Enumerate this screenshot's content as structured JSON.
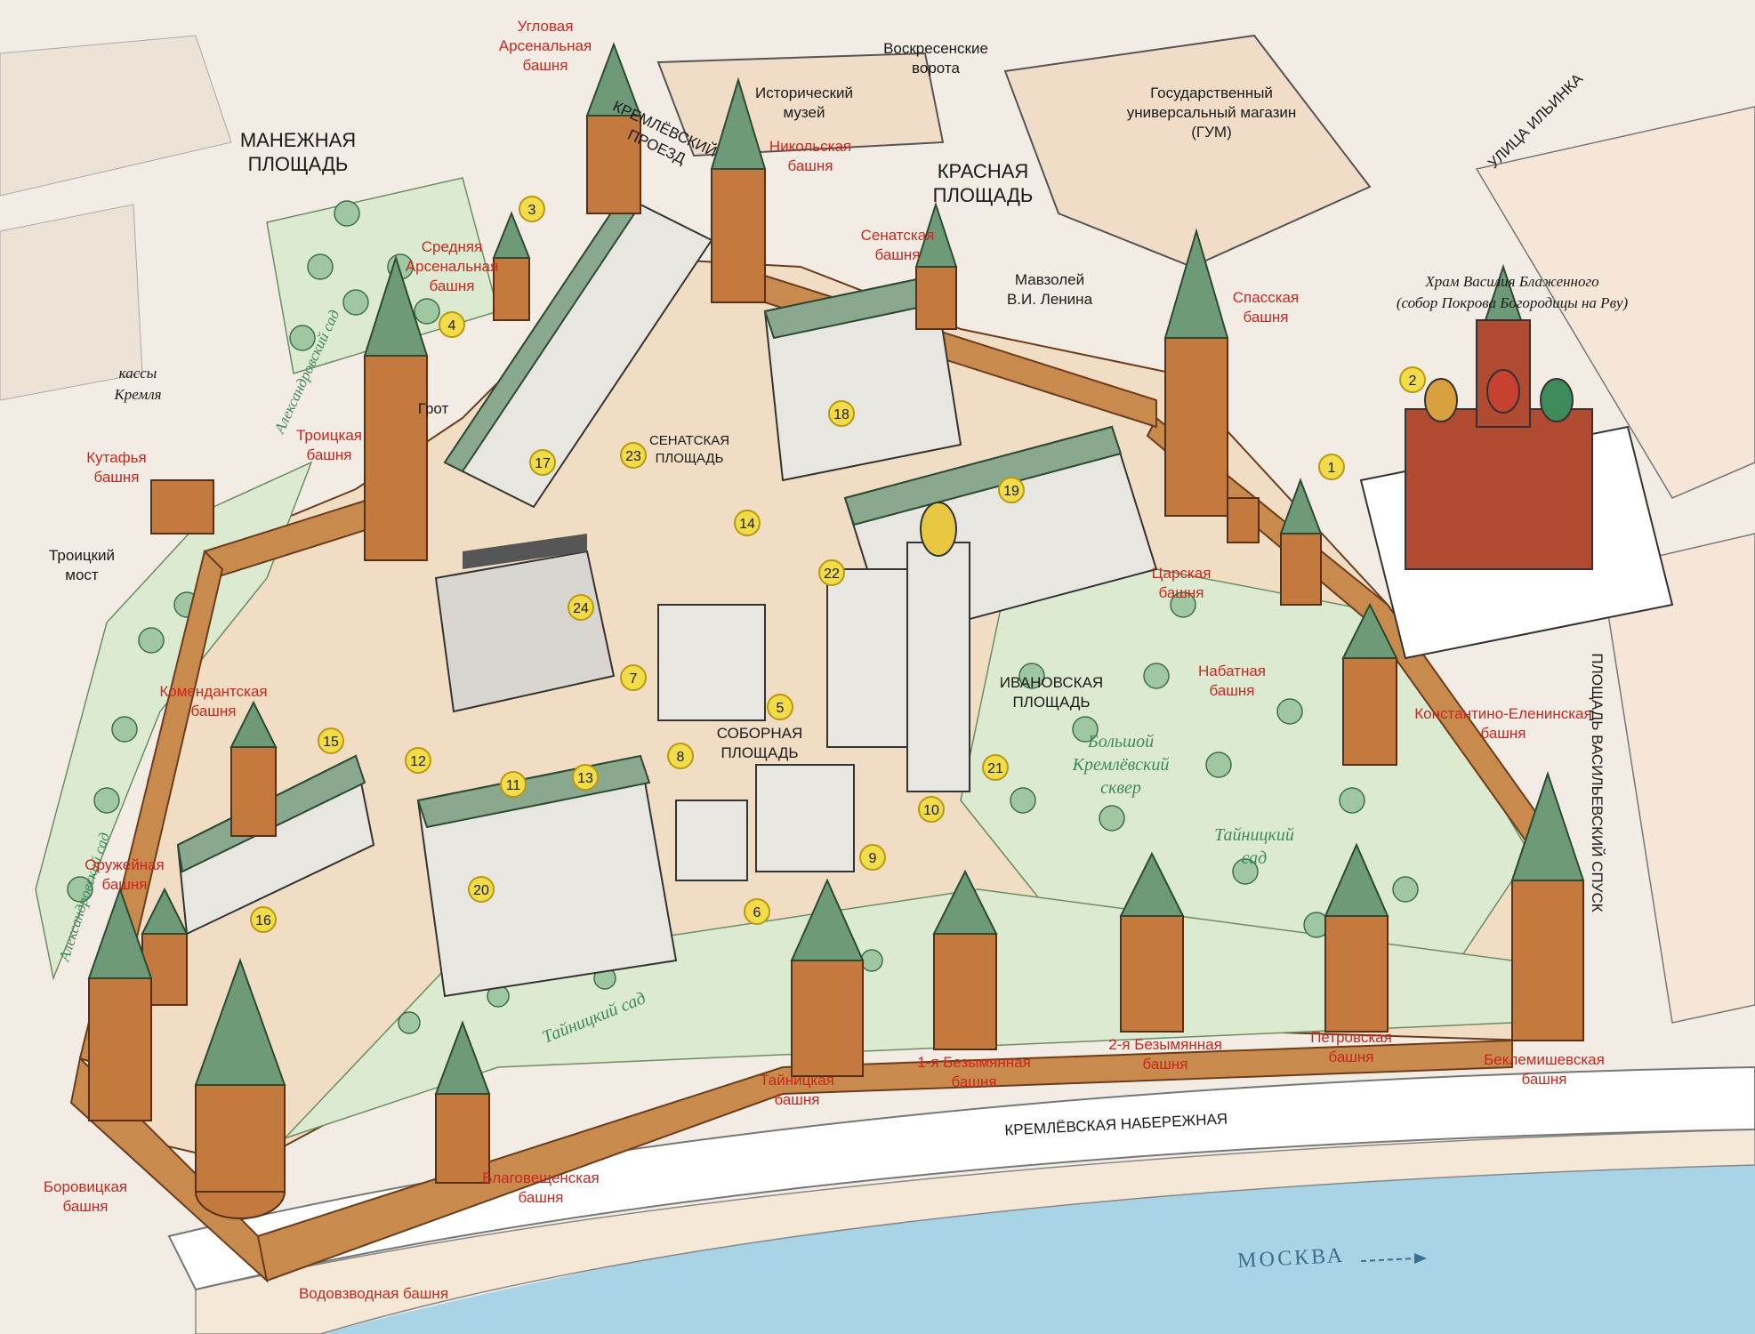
{
  "labels": {
    "uglovaya_arsenalnaya": [
      "Угловая",
      "Арсенальная",
      "башня"
    ],
    "voskresenskie_vorota": [
      "Воскресенские",
      "ворота"
    ],
    "istoricheskiy_muzey": [
      "Исторический",
      "музей"
    ],
    "gum": [
      "Государственный",
      "универсальный магазин",
      "(ГУМ)"
    ],
    "ulitsa_ilyinka": "УЛИЦА ИЛЬИНКА",
    "manezhnaya": [
      "МАНЕЖНАЯ",
      "ПЛОЩАДЬ"
    ],
    "kremlevsky_proezd": [
      "КРЕМЛЁВСКИЙ",
      "ПРОЕЗД"
    ],
    "nikolskaya": [
      "Никольская",
      "башня"
    ],
    "krasnaya": [
      "КРАСНАЯ",
      "ПЛОЩАДЬ"
    ],
    "srednyaya_arsenalnaya": [
      "Средняя",
      "Арсенальная",
      "башня"
    ],
    "senatskaya_bashnya": [
      "Сенатская",
      "башня"
    ],
    "mavzoley": [
      "Мавзолей",
      "В.И. Ленина"
    ],
    "hram": [
      "Храм Василия Блаженного",
      "(собор Покрова Богородицы на Рву)"
    ],
    "spasskaya": [
      "Спасская",
      "башня"
    ],
    "alexandrovsky_sad_top": "Александровский сад",
    "kassy": [
      "кассы",
      "Кремля"
    ],
    "grot": "Грот",
    "troitskaya": [
      "Троицкая",
      "башня"
    ],
    "senatskaya_ploshchad": [
      "СЕНАТСКАЯ",
      "ПЛОЩАДЬ"
    ],
    "kutafya": [
      "Кутафья",
      "башня"
    ],
    "troitsky_most": [
      "Троицкий",
      "мост"
    ],
    "tsarskaya": [
      "Царская",
      "башня"
    ],
    "komendantskaya": [
      "Комендантская",
      "башня"
    ],
    "ivanovskaya": [
      "ИВАНОВСКАЯ",
      "ПЛОЩАДЬ"
    ],
    "nabatnaya": [
      "Набатная",
      "башня"
    ],
    "konstantino": [
      "Константино-Еленинская",
      "башня"
    ],
    "sobornaya": [
      "СОБОРНАЯ",
      "ПЛОЩАДЬ"
    ],
    "bolshoy_skver": [
      "Большой",
      "Кремлёвский",
      "сквер"
    ],
    "ploshchad_vasilyevsky": "ПЛОЩАДЬ ВАСИЛЬЕВСКИЙ СПУСК",
    "tainitsky_sad_right": [
      "Тайницкий",
      "сад"
    ],
    "alexandrovsky_sad_left": "Александровский сад",
    "oruzheynaya": [
      "Оружейная",
      "башня"
    ],
    "tainitsky_sad_bottom": "Тайницкий сад",
    "tainitskaya": [
      "Тайницкая",
      "башня"
    ],
    "bezymyannaya_1": [
      "1-я Безымянная",
      "башня"
    ],
    "bezymyannaya_2": [
      "2-я Безымянная",
      "башня"
    ],
    "petrovskaya": [
      "Петровская",
      "башня"
    ],
    "beklemishevskaya": [
      "Беклемишевская",
      "башня"
    ],
    "naberezhnaya": "КРЕМЛЁВСКАЯ НАБЕРЕЖНАЯ",
    "borovitskaya": [
      "Боровицкая",
      "башня"
    ],
    "blagoveshchenskaya": [
      "Благовещенская",
      "башня"
    ],
    "moskva": "МОСКВА",
    "vodovzvodnaya": "Водовзводная башня"
  },
  "markers": [
    "1",
    "2",
    "3",
    "4",
    "6",
    "5",
    "7",
    "8",
    "9",
    "10",
    "11",
    "12",
    "13",
    "14",
    "15",
    "16",
    "17",
    "18",
    "19",
    "20",
    "21",
    "22",
    "23",
    "24"
  ],
  "colors": {
    "tower_label": "#c8281e",
    "marker_fill": "#f2dc4a",
    "wall": "#c98a4e",
    "roof": "#6f9a78",
    "garden": "#dbead0",
    "river": "#a9d4e6",
    "street": "#f3ece4"
  }
}
